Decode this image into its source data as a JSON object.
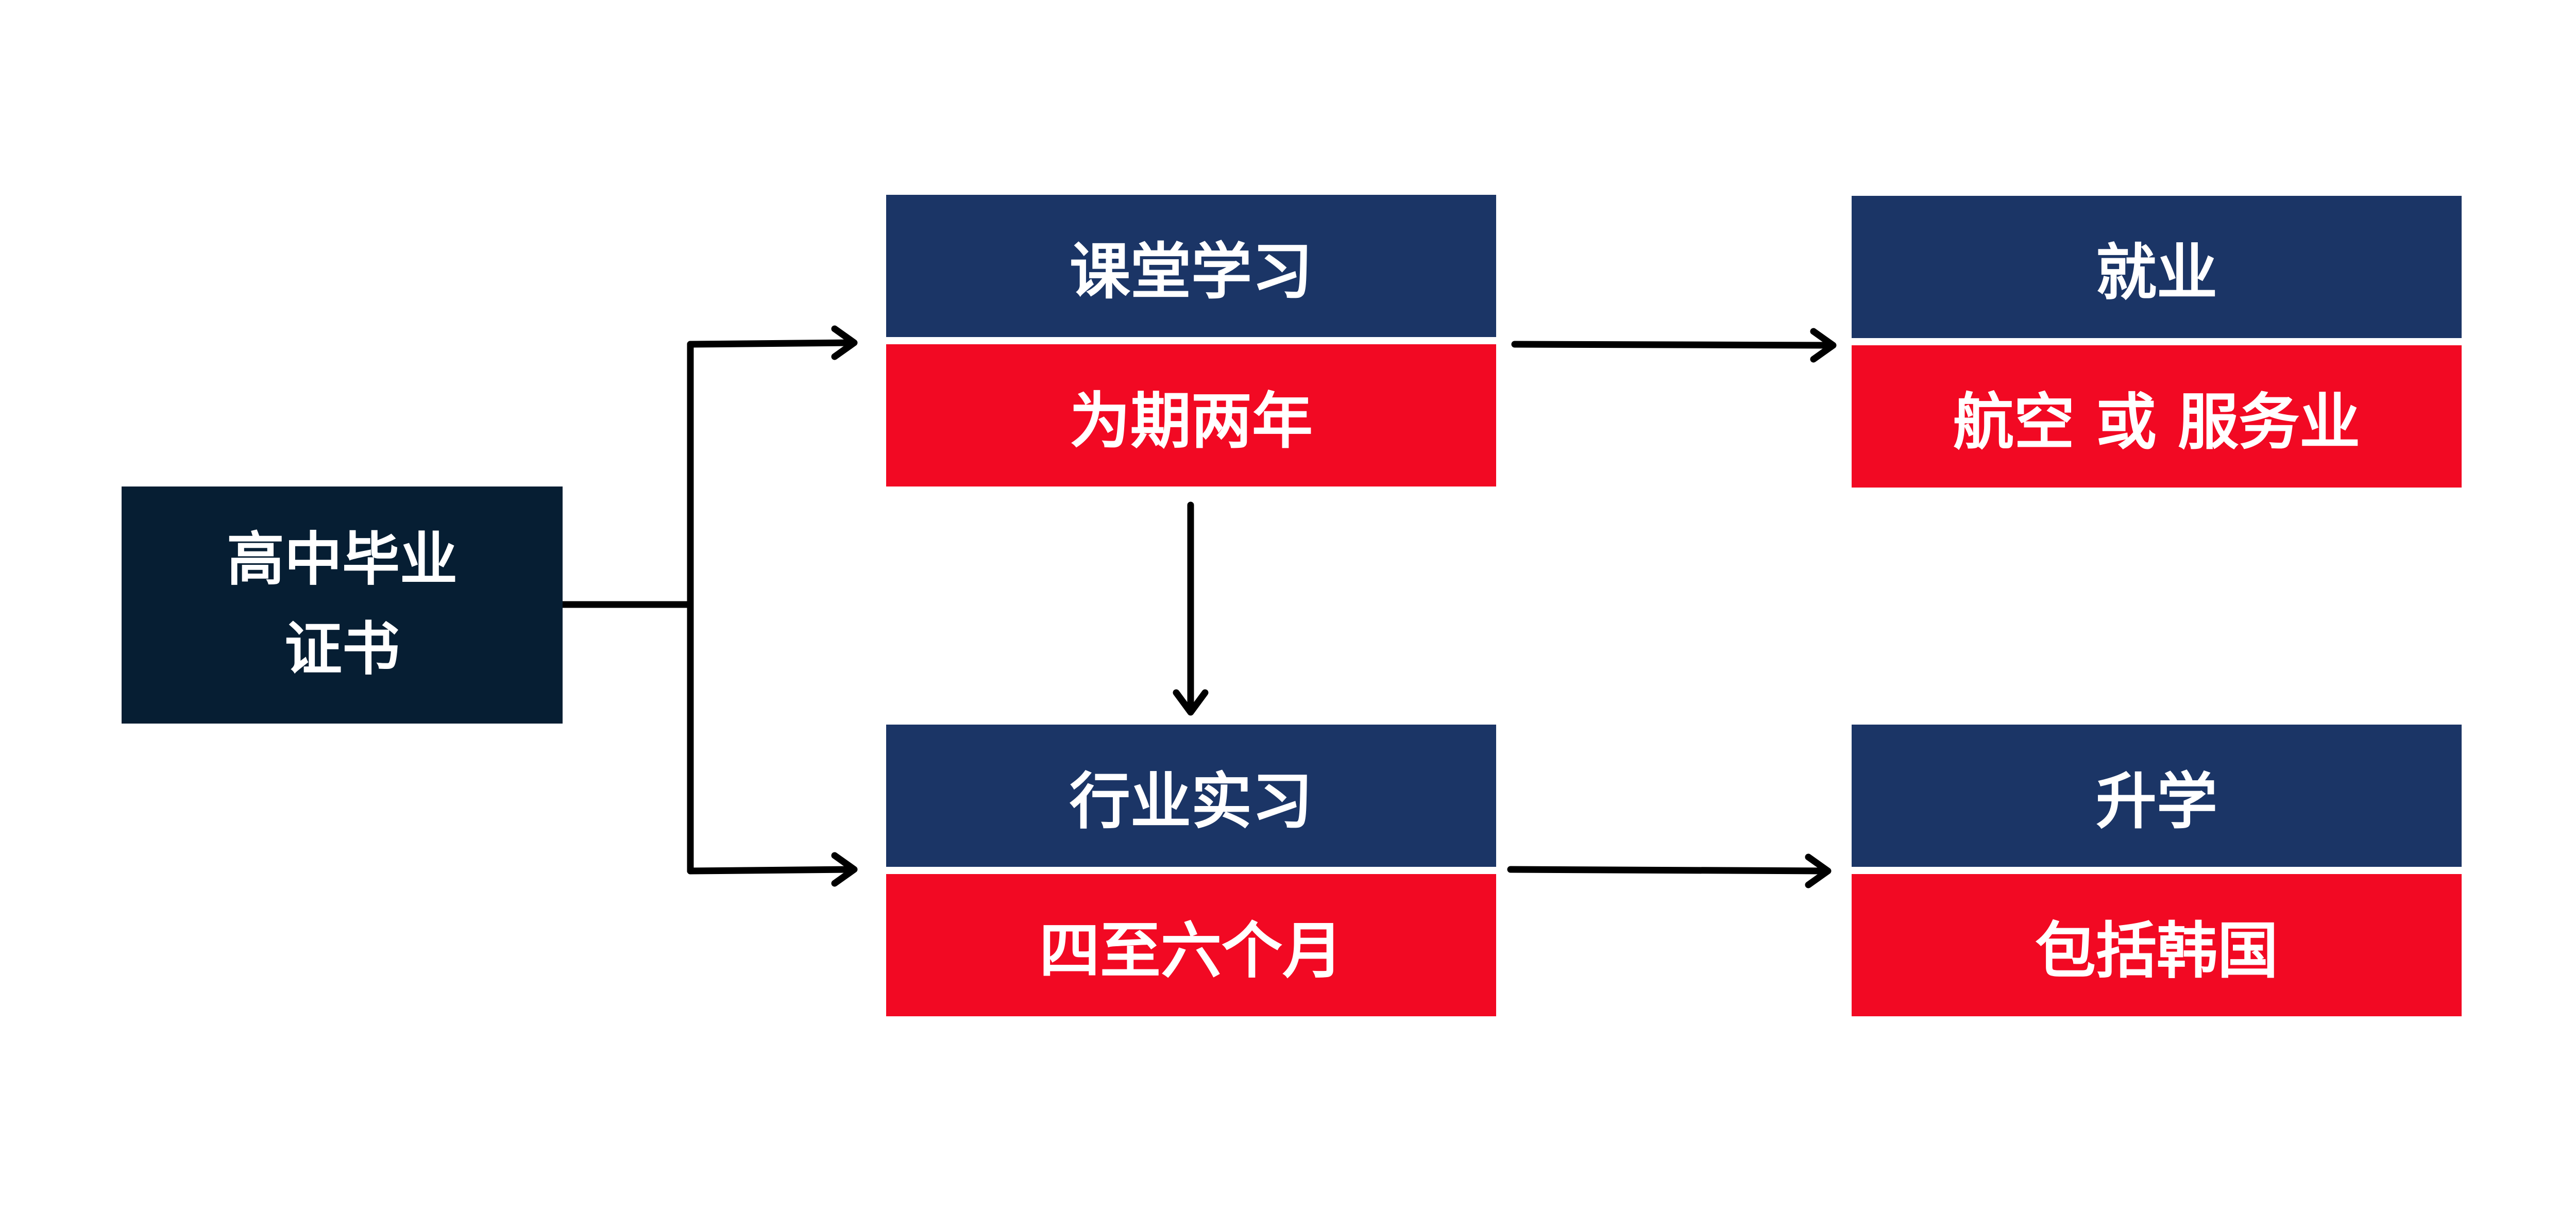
{
  "colors": {
    "start_fill": "#061e33",
    "header_fill": "#1b3566",
    "detail_fill": "#f20923",
    "text": "#ffffff",
    "arrow": "#000000"
  },
  "start": {
    "line1": "高中毕业",
    "line2": "证书"
  },
  "classroom": {
    "title": "课堂学习",
    "detail": "为期两年"
  },
  "internship": {
    "title": "行业实习",
    "detail": "四至六个月"
  },
  "employment": {
    "title": "就业",
    "detail": "航空 或 服务业"
  },
  "further_study": {
    "title": "升学",
    "detail": "包括韩国"
  }
}
